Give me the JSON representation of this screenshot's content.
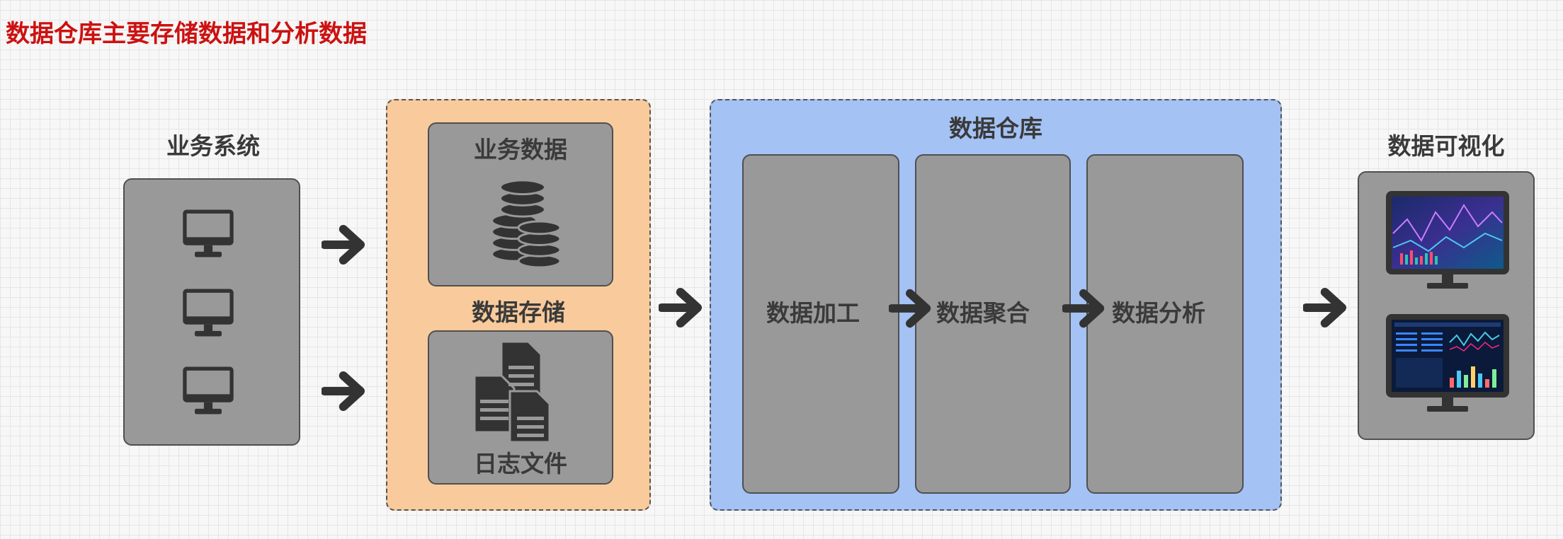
{
  "title": "数据仓库主要存储数据和分析数据",
  "business_system": {
    "label": "业务系统",
    "icon": "monitor-icon"
  },
  "data_storage": {
    "label": "数据存储",
    "business_data": {
      "label": "业务数据",
      "icon": "database-icon"
    },
    "log_files": {
      "label": "日志文件",
      "icon": "files-icon"
    }
  },
  "data_warehouse": {
    "label": "数据仓库",
    "stages": [
      {
        "label": "数据加工"
      },
      {
        "label": "数据聚合"
      },
      {
        "label": "数据分析"
      }
    ]
  },
  "data_visualization": {
    "label": "数据可视化",
    "icon": "dashboard-screen-icon"
  },
  "colors": {
    "title": "#cc1111",
    "storage_bg": "#f9cb9c",
    "warehouse_bg": "#a4c2f4",
    "node_gray": "#999999",
    "arrow": "#333333"
  }
}
